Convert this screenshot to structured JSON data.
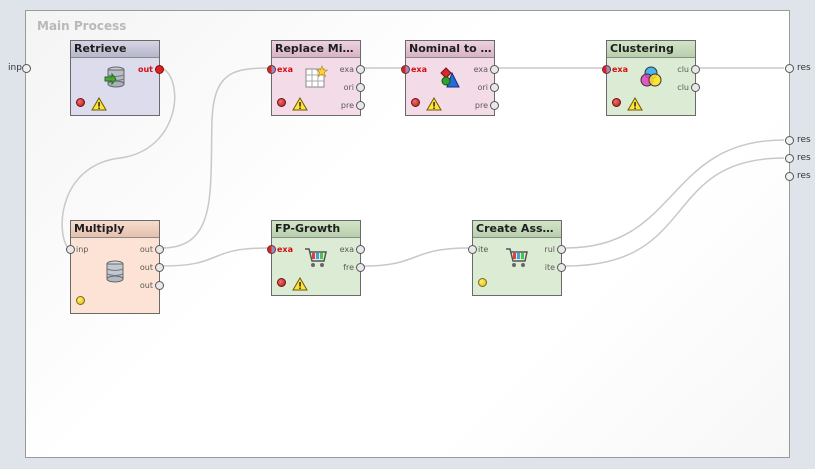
{
  "process": {
    "title": "Main Process"
  },
  "left_ports": [
    {
      "label": "inp"
    }
  ],
  "right_ports": [
    {
      "label": "res"
    },
    {
      "label": "res"
    },
    {
      "label": "res"
    },
    {
      "label": "res"
    }
  ],
  "operators": {
    "retrieve": {
      "title": "Retrieve",
      "outputs": [
        "out"
      ]
    },
    "replace": {
      "title": "Replace Missi...",
      "inputs": [
        "exa"
      ],
      "outputs": [
        "exa",
        "ori",
        "pre"
      ]
    },
    "nominal": {
      "title": "Nominal to Nu...",
      "inputs": [
        "exa"
      ],
      "outputs": [
        "exa",
        "ori",
        "pre"
      ]
    },
    "clustering": {
      "title": "Clustering",
      "inputs": [
        "exa"
      ],
      "outputs": [
        "clu",
        "clu"
      ]
    },
    "multiply": {
      "title": "Multiply",
      "inputs": [
        "inp"
      ],
      "outputs": [
        "out",
        "out",
        "out"
      ]
    },
    "fpgrowth": {
      "title": "FP-Growth",
      "inputs": [
        "exa"
      ],
      "outputs": [
        "exa",
        "fre"
      ]
    },
    "assoc": {
      "title": "Create Associ...",
      "inputs": [
        "ite"
      ],
      "outputs": [
        "rul",
        "ite"
      ]
    }
  },
  "colors": {
    "retrieve": "#dcdcec",
    "retrieve_header": "#b7b7cc",
    "transform": "#f4dbe8",
    "transform_header": "#d8b2c6",
    "model": "#dcebd3",
    "model_header": "#b8cfad",
    "utility": "#fde3d6",
    "utility_header": "#e6c0ad",
    "wire": "#c8c8c8"
  }
}
